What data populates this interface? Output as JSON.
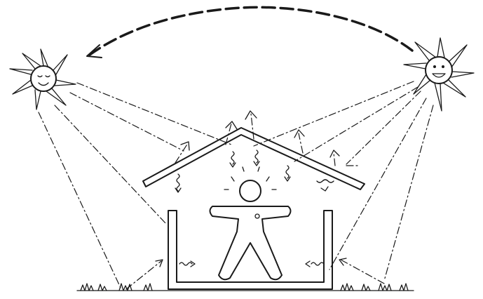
{
  "colors": {
    "ink": "#1a1a1a",
    "background": "#ffffff"
  },
  "scene": {
    "elements": [
      "sun-left-icon",
      "sun-right-icon",
      "sun-path-arrow",
      "roof",
      "house-walls",
      "person-icon",
      "sun-rays",
      "reflected-rays",
      "heat-waves",
      "grass"
    ],
    "sun_left_face": "sleepy",
    "sun_right_face": "smiling"
  }
}
